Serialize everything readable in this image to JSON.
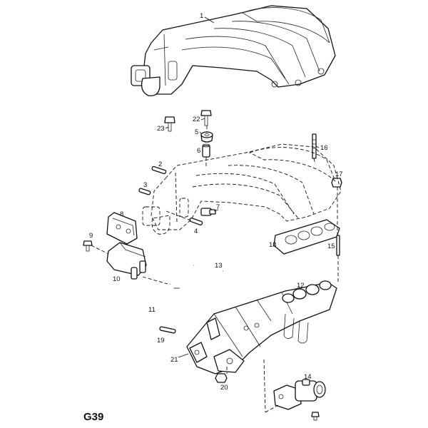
{
  "diagram_code": "G39",
  "callouts": {
    "p1": "1",
    "p2": "2",
    "p3": "3",
    "p4": "4",
    "p5": "5",
    "p6": "6",
    "p7": "7",
    "p8": "8",
    "p9": "9",
    "p10": "10",
    "p11": "11",
    "p12": "12",
    "p13": "13",
    "p14": "14",
    "p15": "15",
    "p16": "16",
    "p17": "17",
    "p18": "18",
    "p19": "19",
    "p20": "20",
    "p21": "21",
    "p22": "22",
    "p23": "23"
  }
}
